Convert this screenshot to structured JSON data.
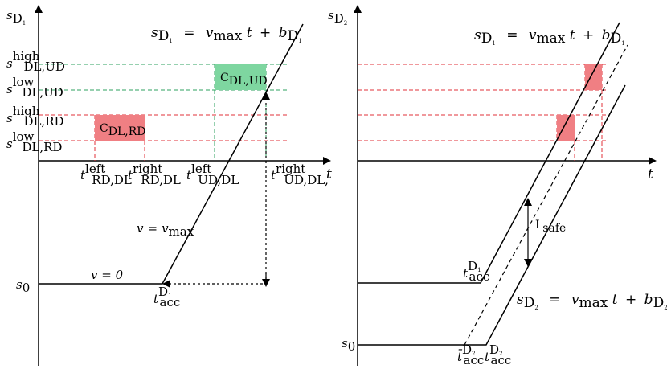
{
  "colors": {
    "green_dash": "#2ca25f",
    "red_dash": "#e0313a",
    "green_box": "#7ed6a0",
    "red_box": "#f07f83",
    "line": "#000000"
  },
  "left": {
    "y_axis": {
      "main": "s",
      "sub": "D",
      "subsub": "1"
    },
    "x_axis": "t",
    "equation": {
      "lhs": "s",
      "lhs_sub": "D",
      "lhs_subsub": "1",
      "eq": "=",
      "v": "v",
      "v_sub": "max",
      "t": "t",
      "plus": "+",
      "b": "b",
      "b_sub": "D",
      "b_subsub": "1"
    },
    "y_ticks": {
      "ud_high": {
        "s": "s",
        "sup": "high",
        "sub": "DL,UD"
      },
      "ud_low": {
        "s": "s",
        "sup": "low",
        "sub": "DL,UD"
      },
      "rd_high": {
        "s": "s",
        "sup": "high",
        "sub": "DL,RD"
      },
      "rd_low": {
        "s": "s",
        "sup": "low",
        "sub": "DL,RD"
      }
    },
    "x_ticks": {
      "rd_left": {
        "t": "t",
        "sup": "left",
        "sub": "RD,DL"
      },
      "rd_right": {
        "t": "t",
        "sup": "right",
        "sub": "RD,DL"
      },
      "ud_left": {
        "t": "t",
        "sup": "left",
        "sub": "UD,DL"
      },
      "ud_right": {
        "t": "t",
        "sup": "right",
        "sub": "UD,DL,"
      }
    },
    "boxes": {
      "ud": {
        "main": "C",
        "sub": "DL,UD"
      },
      "rd": {
        "main": "C",
        "sub": "DL,RD"
      }
    },
    "s0": {
      "main": "s",
      "sub": "0"
    },
    "v0": "v = 0",
    "vmax": {
      "v": "v",
      "eq": "=",
      "vmax": "v",
      "vmax_sub": "max"
    },
    "tacc": {
      "t": "t",
      "sup": "D",
      "supsub": "1",
      "sub": "acc"
    }
  },
  "right": {
    "y_axis": {
      "main": "s",
      "sub": "D",
      "subsub": "2"
    },
    "x_axis": "t",
    "equation_top": {
      "lhs": "s",
      "lhs_sub": "D",
      "lhs_subsub": "1",
      "eq": "=",
      "v": "v",
      "v_sub": "max",
      "t": "t",
      "plus": "+",
      "b": "b",
      "b_sub": "D",
      "b_subsub": "1"
    },
    "equation_bottom": {
      "lhs": "s",
      "lhs_sub": "D",
      "lhs_subsub": "2",
      "eq": "=",
      "v": "v",
      "v_sub": "max",
      "t": "t",
      "plus": "+",
      "b": "b",
      "b_sub": "D",
      "b_subsub": "2"
    },
    "lsafe": {
      "main": "L",
      "sub": "safe"
    },
    "s0": {
      "main": "s",
      "sub": "0"
    },
    "tacc_d1": {
      "t": "t",
      "sup": "D",
      "supsub": "1",
      "sub": "acc"
    },
    "tacc_bar_d2": {
      "t": "t̄",
      "sup": "D",
      "supsub": "2",
      "sub": "acc"
    },
    "tacc_d2": {
      "t": "t",
      "sup": "D",
      "supsub": "2",
      "sub": "acc"
    }
  }
}
